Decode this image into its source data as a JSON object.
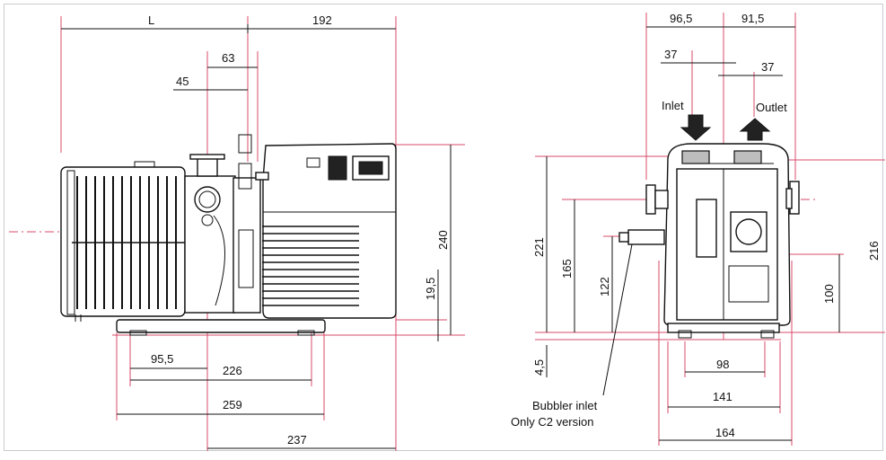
{
  "accent_color": "#d94b6a",
  "left_view": {
    "dims": {
      "L": "L",
      "d192": "192",
      "d63": "63",
      "d45": "45",
      "d240": "240",
      "d19_5": "19,5",
      "d95_5": "95,5",
      "d226": "226",
      "d259": "259",
      "d237": "237"
    }
  },
  "right_view": {
    "dims": {
      "d96_5": "96,5",
      "d91_5": "91,5",
      "d37a": "37",
      "d37b": "37",
      "d221": "221",
      "d165": "165",
      "d122": "122",
      "d4_5": "4,5",
      "d216": "216",
      "d100": "100",
      "d98": "98",
      "d141": "141",
      "d164": "164"
    },
    "labels": {
      "inlet": "Inlet",
      "outlet": "Outlet",
      "bubbler_line1": "Bubbler inlet",
      "bubbler_line2": "Only C2 version"
    },
    "icons": {
      "inlet": "arrow-down-icon",
      "outlet": "arrow-up-icon"
    }
  }
}
